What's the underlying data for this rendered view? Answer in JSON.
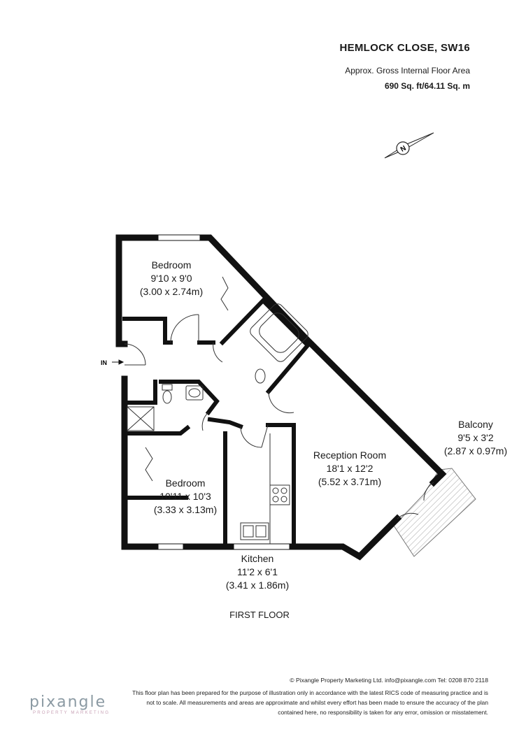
{
  "header": {
    "title": "HEMLOCK CLOSE, SW16",
    "subtitle": "Approx. Gross Internal Floor Area",
    "area": "690 Sq. ft/64.11 Sq. m"
  },
  "compass": {
    "letter": "N"
  },
  "entry_label": "IN",
  "rooms": {
    "bedroom1": {
      "name": "Bedroom",
      "imperial": "9'10 x 9'0",
      "metric": "(3.00 x 2.74m)"
    },
    "bedroom2": {
      "name": "Bedroom",
      "imperial": "10'11 x 10'3",
      "metric": "(3.33 x 3.13m)"
    },
    "reception": {
      "name": "Reception Room",
      "imperial": "18'1 x 12'2",
      "metric": "(5.52 x 3.71m)"
    },
    "kitchen": {
      "name": "Kitchen",
      "imperial": "11'2 x 6'1",
      "metric": "(3.41 x 1.86m)"
    },
    "balcony": {
      "name": "Balcony",
      "imperial": "9'5 x 3'2",
      "metric": "(2.87 x 0.97m)"
    }
  },
  "floor_label": "FIRST FLOOR",
  "footer": {
    "contact": "© Pixangle Property Marketing Ltd. info@pixangle.com Tel: 0208 870 2118",
    "disclaimer_1": "This floor plan has been prepared for the purpose of illustration only in accordance with the latest RICS code of measuring practice and is",
    "disclaimer_2": "not to scale. All measurements and areas are approximate and whilst every effort has been made to ensure the accuracy of the plan",
    "disclaimer_3": "contained here, no responsibility is taken for any error, omission or misstatement."
  },
  "logo": {
    "name": "pixangle",
    "tagline": "PROPERTY MARKETING"
  },
  "colors": {
    "wall": "#111111",
    "balcony_hatch": "#999999",
    "logo": "#8b9aa3",
    "logo_tagline": "#c9a3b7"
  }
}
